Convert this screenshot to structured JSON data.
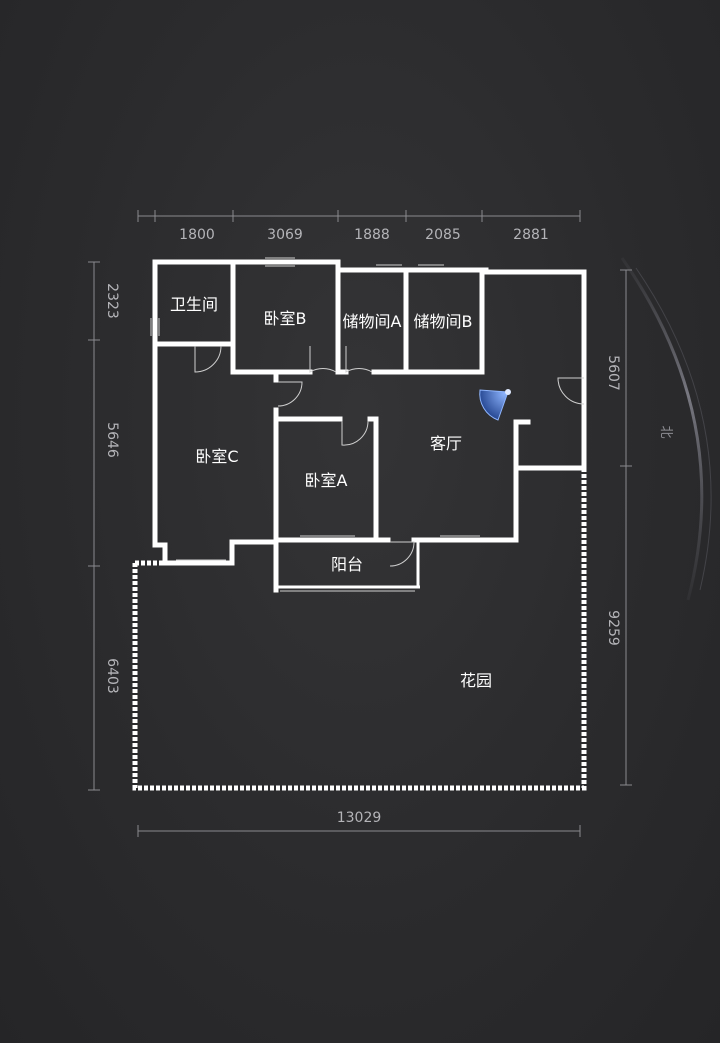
{
  "floorplan": {
    "rooms": {
      "bathroom": "卫生间",
      "bedroom_b": "卧室B",
      "storage_a": "储物间A",
      "storage_b": "储物间B",
      "living_room": "客厅",
      "bedroom_c": "卧室C",
      "bedroom_a": "卧室A",
      "balcony": "阳台",
      "garden": "花园"
    },
    "dims_top": [
      "1800",
      "3069",
      "1888",
      "2085",
      "2881"
    ],
    "dims_left": [
      "2323",
      "5646",
      "6403"
    ],
    "dims_right": [
      "5607",
      "9259"
    ],
    "dim_bottom": "13029",
    "compass_label": "北",
    "colors": {
      "background": "#2b2b2d",
      "wall": "#ffffff",
      "viewer_cone": "#4a7fd6"
    },
    "icons": [
      "viewer-direction-icon",
      "compass-arc-icon"
    ]
  }
}
